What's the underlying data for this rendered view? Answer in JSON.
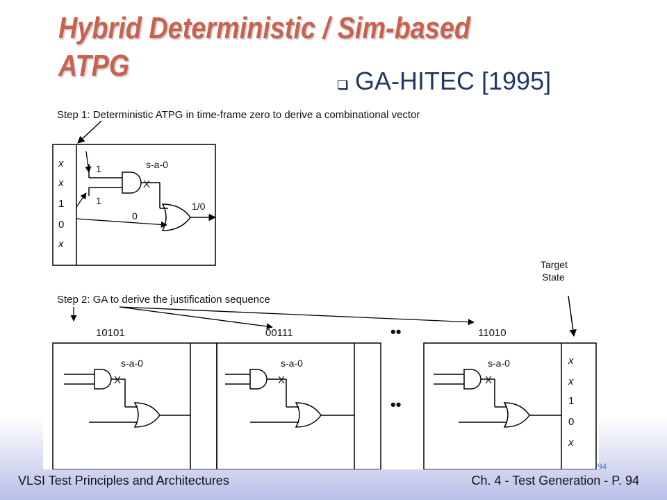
{
  "slide": {
    "title": "Hybrid Deterministic / Sim-based ATPG",
    "bullet": "GA-HITEC [1995]",
    "page_number": "94"
  },
  "footer": {
    "left": "VLSI Test Principles and Architectures",
    "right": "Ch. 4 - Test Generation - P. 94"
  },
  "diagram": {
    "step1_label": "Step 1: Deterministic ATPG in time-frame zero to derive a combinational vector",
    "step1_inputs": [
      "x",
      "x",
      "1",
      "0",
      "x"
    ],
    "fault_label": "s-a-0",
    "fault_mark": "X",
    "signal_and_in_top": "1",
    "signal_and_in_bottom": "1",
    "signal_or_in": "0",
    "signal_output": "1/0",
    "target_state_line1": "Target",
    "target_state_line2": "State",
    "step2_label": "Step 2: GA to derive the justification sequence",
    "vectors": [
      "10101",
      "00111",
      "11010"
    ],
    "ellipsis_mark": "••",
    "target_bits": [
      "x",
      "x",
      "1",
      "0",
      "x"
    ]
  }
}
